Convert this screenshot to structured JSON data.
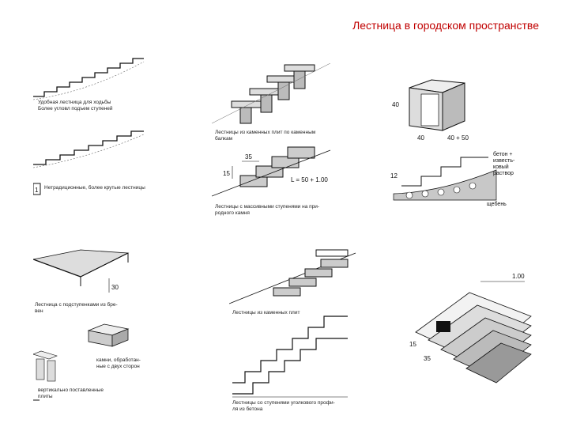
{
  "page": {
    "title": "Лестница в городском пространстве"
  },
  "figures": {
    "slope_stairs": {
      "caption_top": "Удобная лестница для ходьбы\nБолее угловл подъем ступеней",
      "caption_bottom": "Нетрадиционные, более крутые лестницы",
      "figure_number": "1"
    },
    "stone_slab_stairs": {
      "caption": "Лестницы из каменных плит по каменным\nбалкам",
      "dims": {
        "top": "35",
        "left": "15",
        "run": "L = 50 + 1.00"
      },
      "caption2": "Лестницы с массивными ступенями на при-\nродного камня"
    },
    "block_detail": {
      "dims": {
        "height": "40",
        "width": "40",
        "depth": "40 + 50"
      },
      "labels": [
        "бетон +",
        "известь-",
        "ковый",
        "раствор",
        "щебень"
      ],
      "rise": "12"
    },
    "riser_boards": {
      "caption": "Лестница с подступенками из бре-\nвен",
      "dim": "30",
      "caption2": "камни, обработан-\nные с двух сторон",
      "caption3": "вертикально поставленные\nплиты"
    },
    "stone_plates": {
      "caption": "Лестницы из каменных плит",
      "caption2": "Лестницы со ступенями уголкового профи-\nля из бетона"
    },
    "perspective_stairs": {
      "dims": {
        "width": "1.00",
        "a": "15",
        "b": "35"
      }
    }
  }
}
